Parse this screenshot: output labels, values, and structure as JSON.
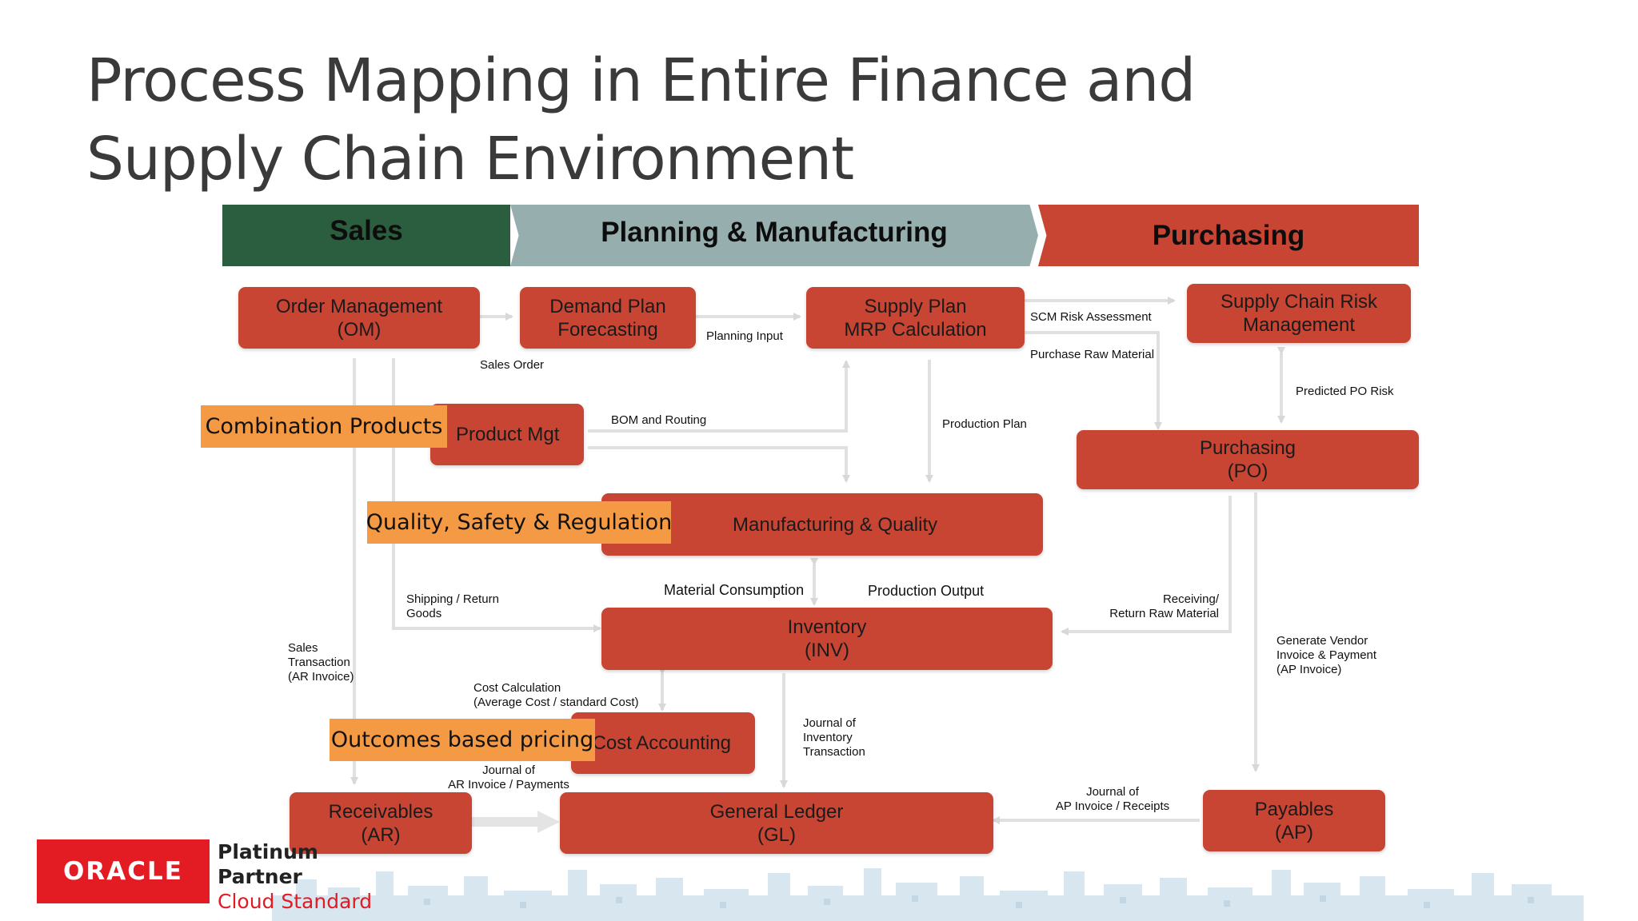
{
  "title": {
    "line1": "Process Mapping in Entire Finance and",
    "line2": "Supply Chain Environment"
  },
  "bands": {
    "sales": "Sales",
    "planning": "Planning & Manufacturing",
    "purchasing": "Purchasing"
  },
  "colors": {
    "sales_band": "#2b5e3e",
    "planning_band": "#96aeae",
    "purchasing_band": "#c84433",
    "process_box": "#c84433",
    "tag": "#f59a44",
    "arrow": "#e0e0e0",
    "oracle_red": "#e31b23"
  },
  "boxes": {
    "om": {
      "line1": "Order Management",
      "line2": "(OM)"
    },
    "demand": {
      "line1": "Demand Plan",
      "line2": "Forecasting"
    },
    "supply": {
      "line1": "Supply Plan",
      "line2": "MRP Calculation"
    },
    "scrm": {
      "line1": "Supply Chain Risk",
      "line2": "Management"
    },
    "product": {
      "line1": "Product Mgt"
    },
    "purchasing": {
      "line1": "Purchasing",
      "line2": "(PO)"
    },
    "mfg": {
      "line1": "Manufacturing & Quality"
    },
    "inventory": {
      "line1": "Inventory",
      "line2": "(INV)"
    },
    "cost": {
      "line1": "Cost Accounting"
    },
    "ar": {
      "line1": "Receivables",
      "line2": "(AR)"
    },
    "gl": {
      "line1": "General Ledger",
      "line2": "(GL)"
    },
    "ap": {
      "line1": "Payables",
      "line2": "(AP)"
    }
  },
  "tags": {
    "combination": "Combination Products",
    "quality": "Quality, Safety & Regulation",
    "outcomes": "Outcomes based pricing"
  },
  "labels": {
    "sales_order": "Sales Order",
    "planning_input": "Planning Input",
    "scm_risk": "SCM Risk Assessment",
    "purchase_raw": "Purchase Raw Material",
    "predicted_po": "Predicted PO Risk",
    "bom": "BOM and Routing",
    "production_plan": "Production Plan",
    "material_consumption": "Material Consumption",
    "production_output": "Production Output",
    "shipping": {
      "line1": "Shipping / Return",
      "line2": "Goods"
    },
    "receiving": {
      "line1": "Receiving/",
      "line2": "Return Raw Material"
    },
    "sales_txn": {
      "line1": "Sales",
      "line2": "Transaction",
      "line3": "(AR Invoice)"
    },
    "generate_vendor": {
      "line1": "Generate Vendor",
      "line2": "Invoice & Payment",
      "line3": "(AP Invoice)"
    },
    "cost_calc": {
      "line1": "Cost Calculation",
      "line2": "(Average Cost / standard Cost)"
    },
    "journal_inv": {
      "line1": "Journal of",
      "line2": "Inventory",
      "line3": "Transaction"
    },
    "journal_ar": {
      "line1": "Journal of",
      "line2": "AR Invoice / Payments"
    },
    "journal_ap": {
      "line1": "Journal of",
      "line2": "AP Invoice / Receipts"
    }
  },
  "footer": {
    "oracle": "ORACLE",
    "platinum": "Platinum",
    "partner": "Partner",
    "cloud": "Cloud Standard"
  }
}
